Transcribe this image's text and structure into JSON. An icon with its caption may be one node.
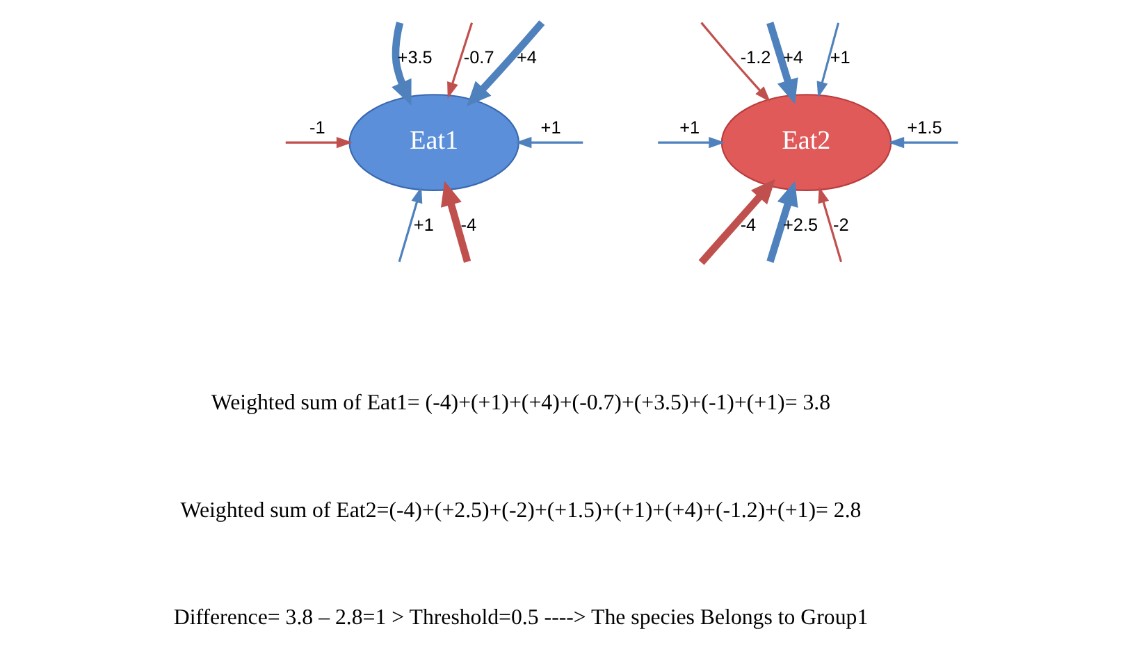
{
  "diagram": {
    "nodes": [
      {
        "text": [
          "Eat1"
        ]
      },
      {
        "text": [
          "Eat2"
        ]
      }
    ],
    "edges": [
      {
        "from": null,
        "to": 0,
        "arrow": "to",
        "label": "+4",
        "style": "thick"
      },
      {
        "from": null,
        "to": 0,
        "arrow": "to",
        "label": "+3.5",
        "style": "thick"
      },
      {
        "from": null,
        "to": 0,
        "arrow": "to",
        "label": "-0.7",
        "color": "#c0504d"
      },
      {
        "from": null,
        "to": 0,
        "arrow": "to",
        "label": "+1"
      },
      {
        "from": null,
        "to": 0,
        "arrow": "to",
        "label": "-4",
        "style": "thick",
        "color": "#c0504d"
      },
      {
        "from": null,
        "to": 0,
        "arrow": "to",
        "label": "+1"
      },
      {
        "from": null,
        "to": 0,
        "arrow": "to",
        "label": "-1",
        "color": "#c0504d"
      },
      {
        "from": null,
        "to": 1,
        "arrow": "to",
        "label": "-4",
        "style": "thick",
        "color": "#c0504d"
      },
      {
        "from": null,
        "to": 1,
        "arrow": "to",
        "label": "-1.2",
        "color": "#c0504d"
      },
      {
        "from": null,
        "to": 1,
        "arrow": "to",
        "label": "+4",
        "style": "thick"
      },
      {
        "from": null,
        "to": 1,
        "arrow": "to",
        "label": "+2.5",
        "style": "thick"
      },
      {
        "from": null,
        "to": 1,
        "arrow": "to",
        "label": "+1"
      },
      {
        "from": null,
        "to": 1,
        "arrow": "to",
        "label": "-2",
        "color": "#c0504d"
      },
      {
        "from": null,
        "to": 1,
        "arrow": "to",
        "label": "+1.5"
      },
      {
        "from": null,
        "to": 1,
        "arrow": "to",
        "label": "+1"
      }
    ],
    "labels": [
      "Weighted sum of Eat1= (-4)+(+1)+(+4)+(-0.7)+(+3.5)+(-1)+(+1)= 3.8",
      "Weighted sum of Eat2=(-4)+(+2.5)+(-2)+(+1.5)+(+1)+(+4)+(-1.2)+(+1)= 2.8",
      "Difference= 3.8 – 2.8=1 > Threshold=0.5 ----> The species Belongs to Group1"
    ]
  }
}
